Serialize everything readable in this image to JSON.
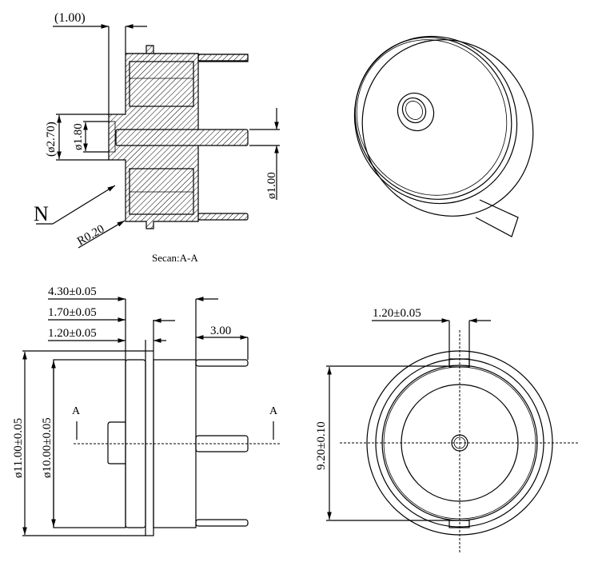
{
  "section_view": {
    "dim_nozzle_length": "(1.00)",
    "dim_outer_nozzle_dia": "(ø2.70)",
    "dim_inner_nozzle_dia": "ø1.80",
    "dim_pin_dia": "ø1.00",
    "label_n": "N",
    "dim_radius": "R0.20",
    "caption": "Secan:A-A"
  },
  "side_view": {
    "dim_total_length": "4.30±0.05",
    "dim_length_2": "1.70±0.05",
    "dim_flange_offset": "1.20±0.05",
    "dim_pin_length": "3.00",
    "dim_flange_dia": "ø11.00±0.05",
    "dim_body_dia": "ø10.00±0.05",
    "section_mark_left": "A",
    "section_mark_right": "A"
  },
  "front_view": {
    "dim_tab_width": "1.20±0.05",
    "dim_tab_span": "9.20±0.10"
  }
}
